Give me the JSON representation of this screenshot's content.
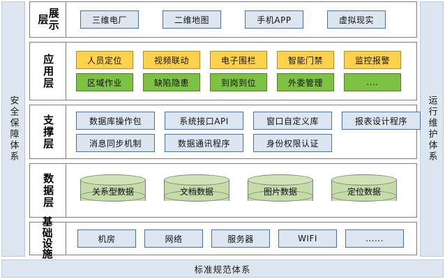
{
  "side_bands": {
    "left": "安全保障体系",
    "right": "运行维护体系"
  },
  "bottom_band": {
    "label": "标准规范体系"
  },
  "layers": [
    {
      "id": "presentation",
      "label": "展示层",
      "rows": [
        {
          "style": "blue",
          "nodes": [
            "三维电厂",
            "二维地图",
            "手机APP",
            "虚拟现实"
          ]
        }
      ]
    },
    {
      "id": "application",
      "label": "应用层",
      "rows": [
        {
          "style": "orange",
          "nodes": [
            "人员定位",
            "视频联动",
            "电子围栏",
            "智能门禁",
            "监控报警"
          ]
        },
        {
          "style": "green",
          "nodes": [
            "区域作业",
            "缺陷隐患",
            "到岗到位",
            "外委管理",
            "...."
          ]
        }
      ]
    },
    {
      "id": "support",
      "label": "支撑层",
      "rows": [
        {
          "style": "blue",
          "nodes": [
            "数据库操作包",
            "系统接口API",
            "窗口自定义库",
            "报表设计程序"
          ]
        },
        {
          "style": "blue",
          "nodes": [
            "消息同步机制",
            "数据通讯程序",
            "身份权限认证"
          ]
        }
      ]
    },
    {
      "id": "data",
      "label": "数据层",
      "rows": [
        {
          "style": "cylinder",
          "nodes": [
            "关系型数据",
            "文档数据",
            "图片数据",
            "定位数据"
          ]
        }
      ]
    },
    {
      "id": "infra",
      "label": "基础设施",
      "rows": [
        {
          "style": "blue",
          "nodes": [
            "机房",
            "网络",
            "服务器",
            "WIFI",
            "......"
          ]
        }
      ]
    }
  ],
  "colors": {
    "band_fill": "#DCE6F1",
    "blue_fill": "#DCE6F1",
    "blue_border": "#4472A8",
    "orange_fill": "#FFD24D",
    "orange_border": "#B98C16",
    "green_fill": "#7DC242",
    "green_border": "#4F7F2A",
    "cylinder_fill": "#C5DCA8",
    "cylinder_border": "#7F7F7F",
    "layer_border": "#7F7F7F"
  }
}
